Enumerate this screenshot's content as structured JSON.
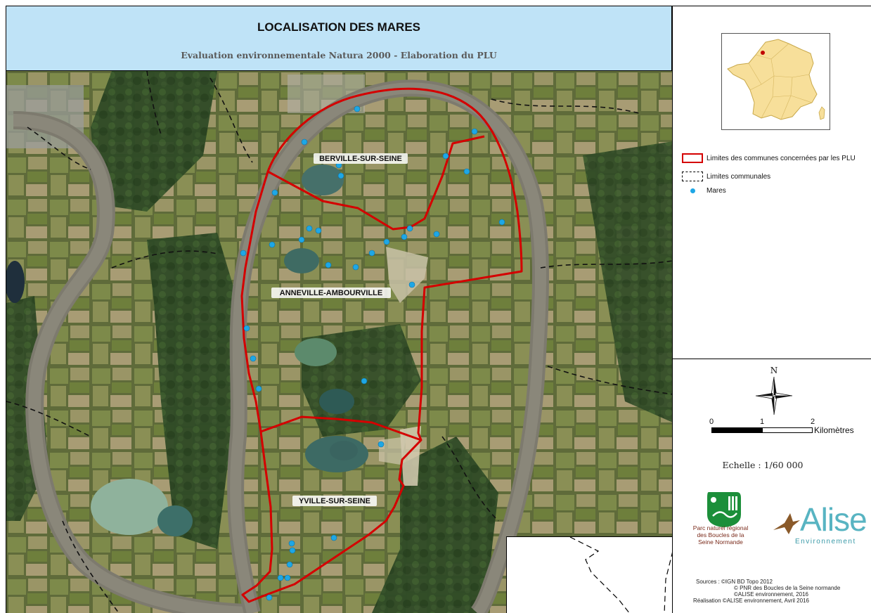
{
  "title": "LOCALISATION DES MARES",
  "subtitle": "Evaluation environnementale Natura 2000 - Elaboration du PLU",
  "communes": [
    {
      "name": "BERVILLE-SUR-SEINE"
    },
    {
      "name": "ANNEVILLE-AMBOURVILLE"
    },
    {
      "name": "YVILLE-SUR-SEINE"
    }
  ],
  "legend": {
    "limits_plu": "Limites des communes concernées par les PLU",
    "limits_communal": "Limites communales",
    "mares": "Mares"
  },
  "north_label": "N",
  "scale": {
    "ticks": [
      "0",
      "1",
      "2"
    ],
    "unit": "Kilomètres"
  },
  "echelle": "Echelle : 1/60 000",
  "logos": {
    "pnr": "Parc naturel régional des Boucles de la Seine Normande",
    "alise": "Alise",
    "alise_sub": "Environnement"
  },
  "sources": [
    "Sources : ©IGN BD Topo 2012",
    "© PNR des Boucles de la Seine normande",
    "©ALISE environnement, 2016",
    "Réalisation ©ALISE environnement, Avril 2016"
  ],
  "colors": {
    "plu_limit": "#d40000",
    "mare": "#1ea7e6",
    "header_bg": "#bfe3f7"
  }
}
